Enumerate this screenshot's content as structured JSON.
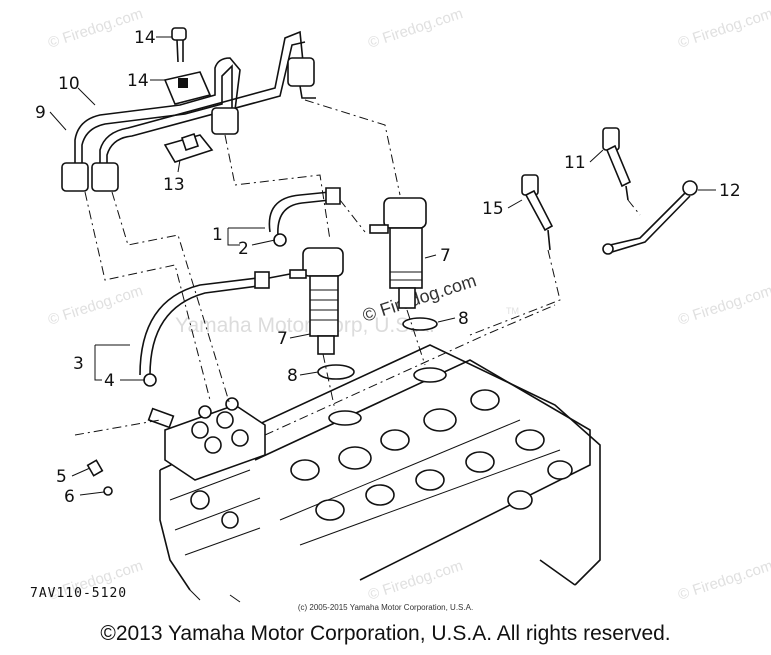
{
  "diagram": {
    "figure_code": "7AV110-5120",
    "callouts": [
      {
        "id": "c1",
        "text": "1"
      },
      {
        "id": "c2",
        "text": "2"
      },
      {
        "id": "c3",
        "text": "3"
      },
      {
        "id": "c4",
        "text": "4"
      },
      {
        "id": "c5",
        "text": "5"
      },
      {
        "id": "c6",
        "text": "6"
      },
      {
        "id": "c7a",
        "text": "7"
      },
      {
        "id": "c7b",
        "text": "7"
      },
      {
        "id": "c8a",
        "text": "8"
      },
      {
        "id": "c8b",
        "text": "8"
      },
      {
        "id": "c9",
        "text": "9"
      },
      {
        "id": "c10",
        "text": "10"
      },
      {
        "id": "c11",
        "text": "11"
      },
      {
        "id": "c12",
        "text": "12"
      },
      {
        "id": "c13",
        "text": "13"
      },
      {
        "id": "c14a",
        "text": "14"
      },
      {
        "id": "c14b",
        "text": "14"
      },
      {
        "id": "c15",
        "text": "15"
      }
    ]
  },
  "watermarks": {
    "firedog": "© Firedog.com",
    "center_line": "Yamaha Motor Corp, U.S.A.",
    "center_mark": "© Firedog.com",
    "tm": "TM"
  },
  "copyright_small": "(c) 2005-2015 Yamaha Motor Corporation, U.S.A.",
  "copyright_footer": "©2013 Yamaha Motor Corporation, U.S.A. All rights reserved."
}
